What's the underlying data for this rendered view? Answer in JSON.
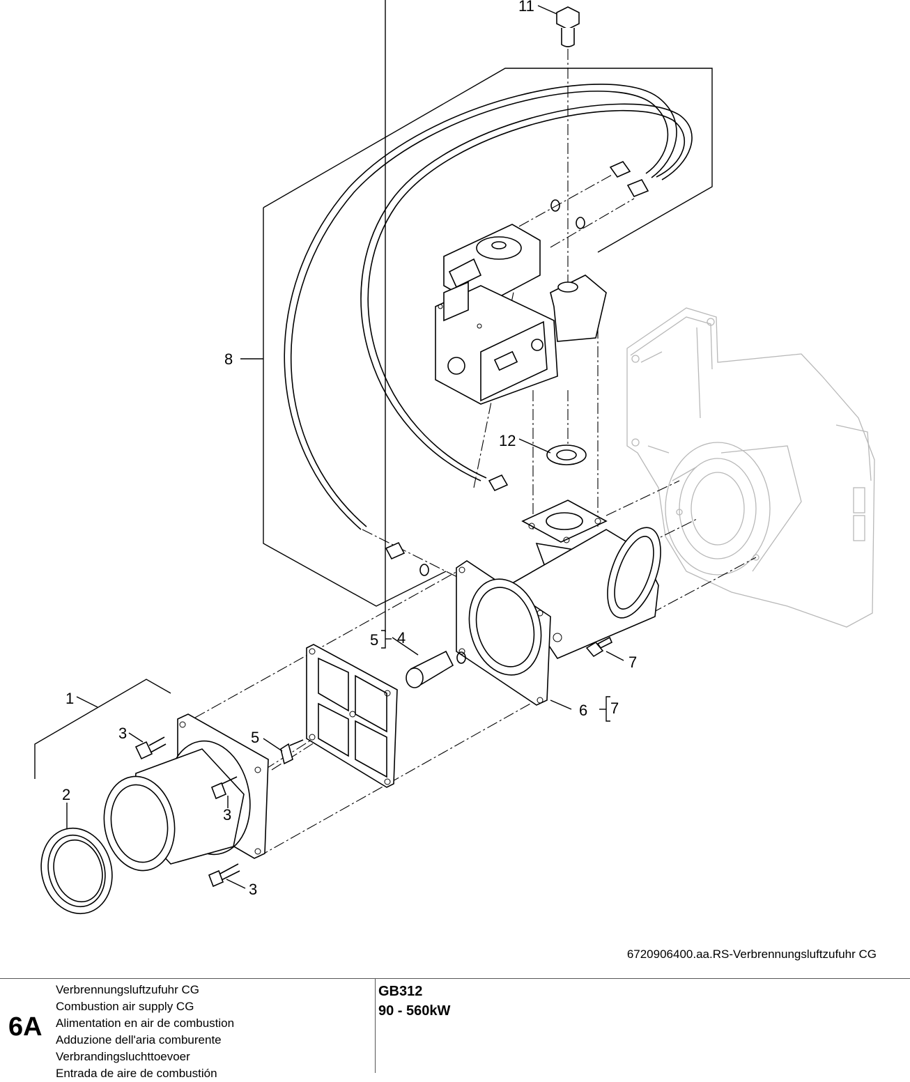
{
  "callouts": {
    "c1": "1",
    "c2": "2",
    "c3a": "3",
    "c3b": "3",
    "c3c": "3",
    "c4": "4",
    "c5a": "5",
    "c5b": "5",
    "c6": "6",
    "c7a": "7",
    "c7b": "7",
    "c8": "8",
    "c11": "11",
    "c12": "12"
  },
  "reference_code": "6720906400.aa.RS-Verbrennungsluftzufuhr CG",
  "footer": {
    "chapter": "6A",
    "titles": [
      "Verbrennungsluftzufuhr CG",
      "Combustion air supply CG",
      "Alimentation en air de combustion",
      "Adduzione dell'aria comburente",
      "Verbrandingsluchttoevoer",
      "Entrada de aire de combustión"
    ],
    "product_model": "GB312",
    "product_range": "90 - 560kW"
  }
}
